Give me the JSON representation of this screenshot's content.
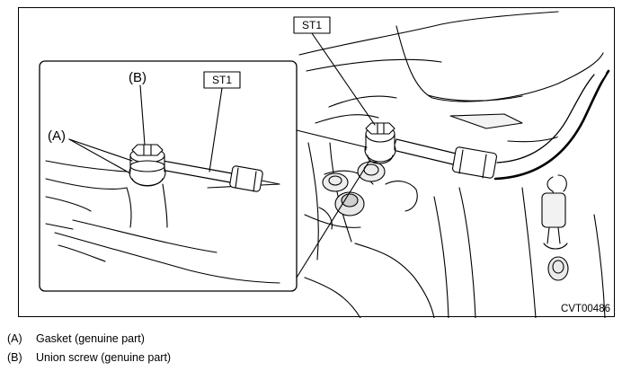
{
  "figure": {
    "code": "CVT00486",
    "labels": {
      "st1_main": "ST1",
      "st1_inset": "ST1",
      "a": "(A)",
      "b": "(B)"
    }
  },
  "legend": [
    {
      "key": "(A)",
      "text": "Gasket (genuine part)"
    },
    {
      "key": "(B)",
      "text": "Union screw (genuine part)"
    }
  ]
}
